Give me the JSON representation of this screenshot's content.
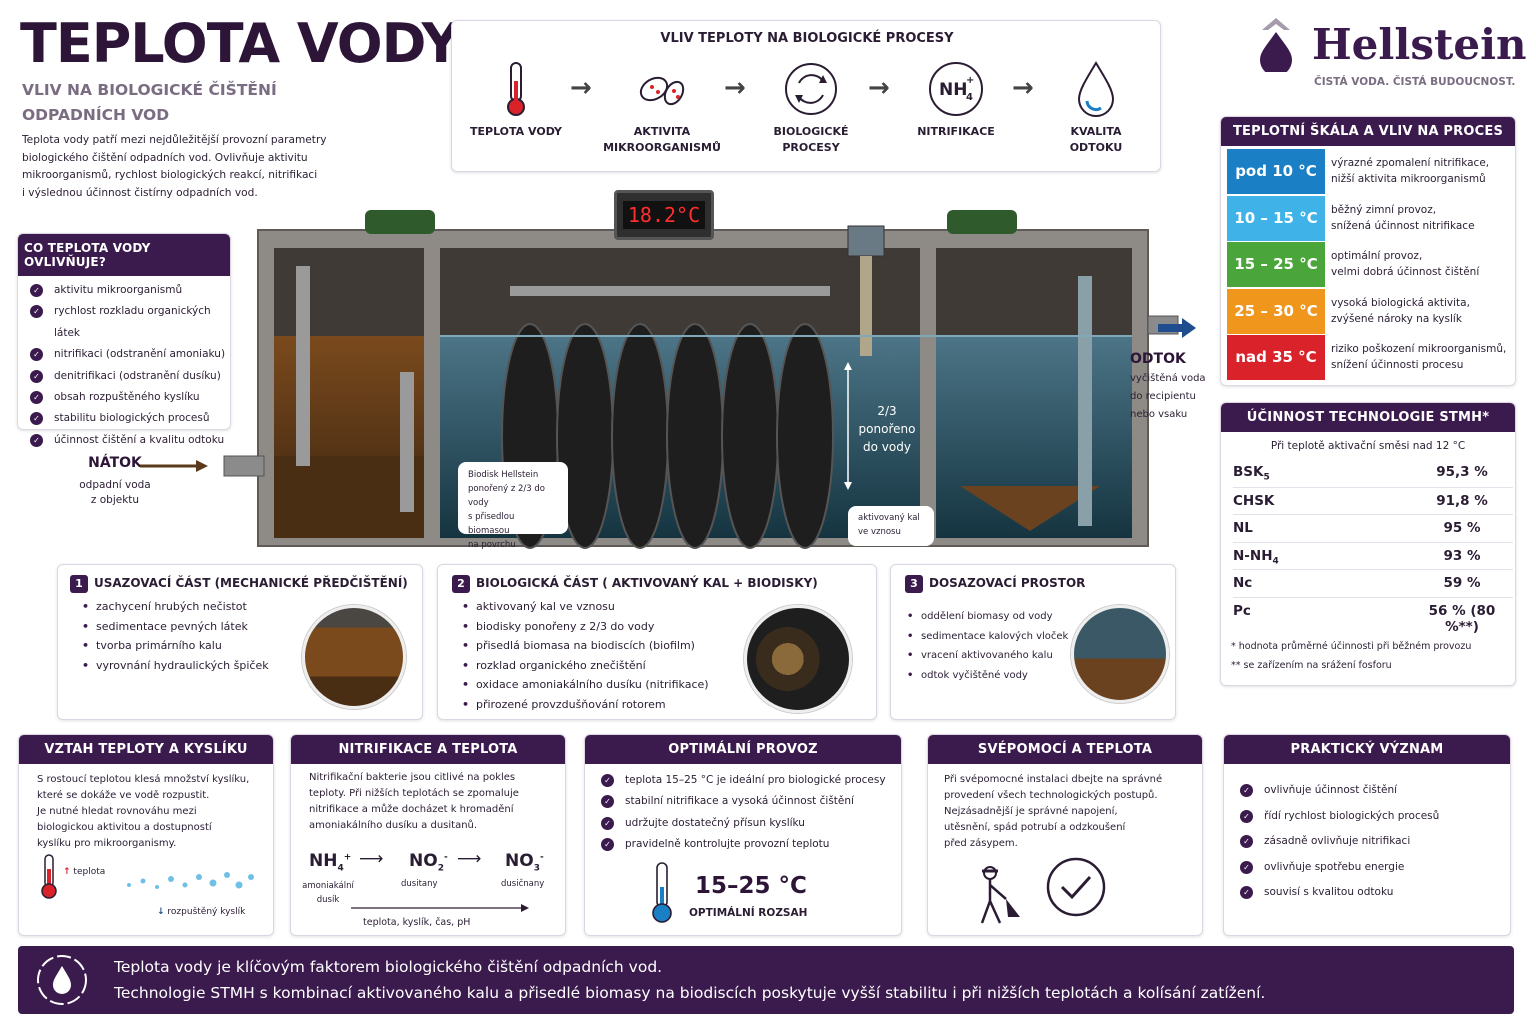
{
  "title": "TEPLOTA VODY",
  "subtitle_line1": "VLIV NA BIOLOGICKÉ ČIŠTĚNÍ",
  "subtitle_line2": "ODPADNÍCH VOD",
  "intro": [
    "Teplota vody patří mezi nejdůležitější provozní parametry",
    "biologického čištění odpadních vod. Ovlivňuje aktivitu",
    "mikroorganismů, rychlost biologických reakcí, nitrifikaci",
    "i výslednou účinnost čistírny odpadních vod."
  ],
  "logo": {
    "name": "Hellstein",
    "tagline": "ČISTÁ VODA. ČISTÁ BUDOUCNOST."
  },
  "process_flow": {
    "title": "VLIV TEPLOTY NA BIOLOGICKÉ PROCESY",
    "items": [
      {
        "l1": "TEPLOTA VODY",
        "l2": "",
        "icon": "thermometer-icon"
      },
      {
        "l1": "AKTIVITA",
        "l2": "MIKROORGANISMŮ",
        "icon": "bacteria-icon"
      },
      {
        "l1": "BIOLOGICKÉ",
        "l2": "PROCESY",
        "icon": "cycle-icon"
      },
      {
        "l1": "NITRIFIKACE",
        "l2": "",
        "icon": "nh4-icon"
      },
      {
        "l1": "KVALITA",
        "l2": "ODTOKU",
        "icon": "water-drop-icon"
      }
    ]
  },
  "influences": {
    "title": "CO TEPLOTA VODY OVLIVŇUJE?",
    "items": [
      "aktivitu mikroorganismů",
      "rychlost rozkladu organických látek",
      "nitrifikaci (odstranění amoniaku)",
      "denitrifikaci (odstranění dusíku)",
      "obsah rozpuštěného kyslíku",
      "stabilitu biologických procesů",
      "účinnost čištění a kvalitu odtoku"
    ]
  },
  "diagram": {
    "display_temp": "18.2°C",
    "inlet_title": "NÁTOK",
    "inlet_l1": "odpadní voda",
    "inlet_l2": "z objektu",
    "outlet_title": "ODTOK",
    "outlet_l1": "vyčištěná voda",
    "outlet_l2": "do recipientu",
    "outlet_l3": "nebo vsaku",
    "submerged_l1": "2/3",
    "submerged_l2": "ponořeno",
    "submerged_l3": "do vody",
    "callout_disk": [
      "Biodisk Hellstein",
      "ponořený z 2/3 do vody",
      "s přisedlou biomasou",
      "na povrchu"
    ],
    "callout_sludge": [
      "aktivovaný kal",
      "ve vznosu"
    ]
  },
  "temp_scale": {
    "title": "TEPLOTNÍ ŠKÁLA A VLIV NA PROCES",
    "rows": [
      {
        "label": "pod 10 °C",
        "color": "#1a7fc4",
        "t1": "výrazné zpomalení nitrifikace,",
        "t2": "nižší aktivita mikroorganismů"
      },
      {
        "label": "10 – 15 °C",
        "color": "#3fb3e8",
        "t1": "běžný zimní provoz,",
        "t2": "snížená účinnost nitrifikace"
      },
      {
        "label": "15 – 25 °C",
        "color": "#4aa63a",
        "t1": "optimální provoz,",
        "t2": "velmi dobrá účinnost čištění"
      },
      {
        "label": "25 – 30 °C",
        "color": "#f0961c",
        "t1": "vysoká biologická aktivita,",
        "t2": "zvýšené nároky na kyslík"
      },
      {
        "label": "nad 35 °C",
        "color": "#d9222a",
        "t1": "riziko poškození mikroorganismů,",
        "t2": "snížení účinnosti procesu"
      }
    ]
  },
  "efficiency": {
    "title": "ÚČINNOST TECHNOLOGIE STMH*",
    "subtitle": "Při teplotě aktivační směsi nad 12 °C",
    "rows": [
      {
        "k": "BSK",
        "sub": "5",
        "v": "95,3 %"
      },
      {
        "k": "CHSK",
        "sub": "",
        "v": "91,8 %"
      },
      {
        "k": "NL",
        "sub": "",
        "v": "95 %"
      },
      {
        "k": "N-NH",
        "sub": "4",
        "v": "93 %"
      },
      {
        "k": "Nc",
        "sub": "",
        "v": "59 %"
      },
      {
        "k": "Pc",
        "sub": "",
        "v": "56 % (80 %**)"
      }
    ],
    "note1": "*  hodnota průměrné účinnosti při běžném provozu",
    "note2": "**  se zařízením na srážení fosforu"
  },
  "sections": [
    {
      "num": "1",
      "title": "USAZOVACÍ ČÁST (MECHANICKÉ PŘEDČIŠTĚNÍ)",
      "items": [
        "zachycení hrubých nečistot",
        "sedimentace pevných látek",
        "tvorba primárního kalu",
        "vyrovnání hydraulických špiček"
      ]
    },
    {
      "num": "2",
      "title": "BIOLOGICKÁ ČÁST ( AKTIVOVANÝ KAL + BIODISKY)",
      "items": [
        "aktivovaný kal ve vznosu",
        "biodisky ponořeny z 2/3 do vody",
        "přisedlá biomasa na biodiscích (biofilm)",
        "rozklad organického znečištění",
        "oxidace amoniakálního dusíku (nitrifikace)",
        "přirozené provzdušňování rotorem"
      ]
    },
    {
      "num": "3",
      "title": "DOSAZOVACÍ PROSTOR",
      "items": [
        "oddělení biomasy od vody",
        "sedimentace kalových vloček",
        "vracení aktivovaného kalu",
        "odtok vyčištěné vody"
      ]
    }
  ],
  "oxygen": {
    "title": "VZTAH TEPLOTY A KYSLÍKU",
    "lines": [
      "S rostoucí teplotou klesá množství kyslíku,",
      "které se dokáže ve vodě rozpustit.",
      "Je nutné hledat rovnováhu mezi",
      "biologickou aktivitou a dostupností",
      "kyslíku pro mikroorganismy."
    ],
    "up": "teplota",
    "down": "rozpuštěný kyslík"
  },
  "nitrification": {
    "title": "NITRIFIKACE A TEPLOTA",
    "lines": [
      "Nitrifikační bakterie jsou citlivé na pokles",
      "teploty. Při nižších teplotách se zpomaluje",
      "nitrifikace a může docházet k hromadění",
      "amoniakálního dusíku a dusitanů."
    ],
    "c1": "NH",
    "c1sub": "4",
    "c1sup": "+",
    "c2": "NO",
    "c2sub": "2",
    "c2sup": "-",
    "c3": "NO",
    "c3sub": "3",
    "c3sup": "-",
    "l1a": "amoniakální",
    "l1b": "dusík",
    "l2": "dusitany",
    "l3": "dusičnany",
    "factors": "teplota, kyslík, čas, pH"
  },
  "optimal": {
    "title": "OPTIMÁLNÍ PROVOZ",
    "items": [
      "teplota 15–25 °C je ideální pro biologické procesy",
      "stabilní nitrifikace a vysoká účinnost čištění",
      "udržujte dostatečný přísun kyslíku",
      "pravidelně kontrolujte provozní teplotu"
    ],
    "range": "15–25 °C",
    "range_label": "OPTIMÁLNÍ ROZSAH"
  },
  "selfhelp": {
    "title": "SVÉPOMOCÍ A TEPLOTA",
    "lines": [
      "Při svépomocné instalaci dbejte na správné",
      "provedení všech technologických postupů.",
      "Nejzásadnější je správné napojení,",
      "utěsnění, spád potrubí a odzkoušení",
      "před zásypem."
    ]
  },
  "practical": {
    "title": "PRAKTICKÝ VÝZNAM",
    "items": [
      "ovlivňuje účinnost čištění",
      "řídí rychlost biologických procesů",
      "zásadně ovlivňuje nitrifikaci",
      "ovlivňuje spotřebu energie",
      "souvisí s kvalitou odtoku"
    ]
  },
  "footer": {
    "line1": "Teplota vody je klíčovým faktorem biologického čištění odpadních vod.",
    "line2": "Technologie STMH s kombinací aktivovaného kalu a přisedlé biomasy na biodiscích poskytuje vyšší stabilitu i při nižších teplotách a kolísání zatížení."
  },
  "colors": {
    "brand": "#3b1a4d",
    "text": "#2a1d33"
  }
}
